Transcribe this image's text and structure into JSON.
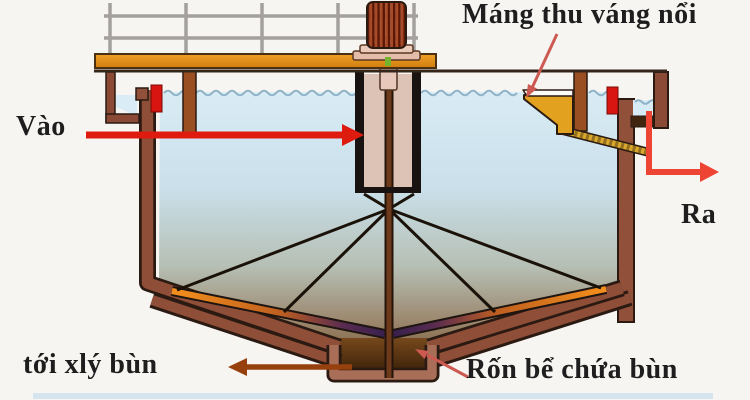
{
  "labels": {
    "inlet": "Vào",
    "scum_trough": "Máng thu váng nổi",
    "outlet": "Ra",
    "to_sludge_treatment": "tới xlý bùn",
    "sludge_hopper": "Rốn bể chứa bùn"
  },
  "colors": {
    "background": "#f7f5f2",
    "tank_wall": "#8f4e38",
    "outline_dark": "#2b1a12",
    "water_top": "#d9ecf6",
    "water_mid": "#b6bfb4",
    "water_bottom": "#6e4c2a",
    "sludge_pit_dark": "#3c2208",
    "platform_orange": "#e8901a",
    "motor_dark_rib": "#5c1706",
    "motor_light_rib": "#a84a24",
    "feed_well_fill": "#dcc3b5",
    "scum_trough_fill": "#e2a11f",
    "scraper_orange": "#f5901c",
    "scraper_purple": "#38204e",
    "arrow_red": "#df1b10",
    "arrow_outlet_red": "#ee4434",
    "arrow_brown": "#96400d",
    "pointer_pink": "#cd5a52",
    "railing_gray": "#a3a09d",
    "text": "#1e1e1e"
  }
}
